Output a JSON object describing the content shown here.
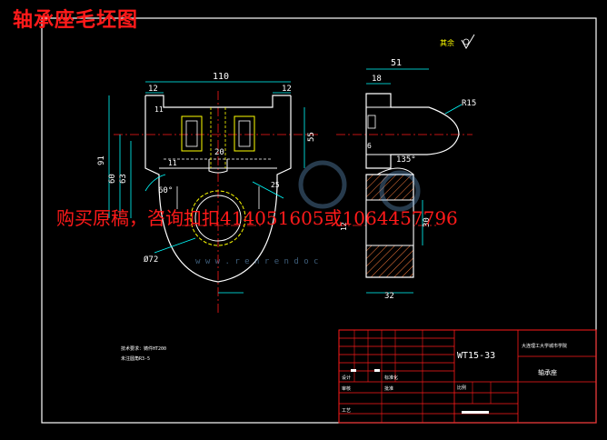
{
  "overlay_title": "轴承座毛坯图",
  "promo_text": "购买原稿，咨询扣扣414051605或1064457796",
  "watermark_text": "w w w . r e n r e n d o c",
  "roughness_label": "其余",
  "front_view": {
    "dims": {
      "width_total": "110",
      "left_top": "12",
      "right_top": "12",
      "small_11": "11",
      "dia_20": "20",
      "small_11b": "11",
      "dim_91": "91",
      "dim_60": "60",
      "dim_63": "63",
      "dim_55": "55",
      "angle_60": "60°",
      "dim_25": "25",
      "dia_72": "Ø72"
    }
  },
  "side_view": {
    "dims": {
      "dim_51": "51",
      "dim_18": "18",
      "radius_15": "R15",
      "dim_6": "6",
      "angle_135": "135°",
      "dim_30": "30",
      "dim_32": "32",
      "dim_12": "12"
    }
  },
  "notes": {
    "line1": "技术要求：铸件HT200",
    "line2": "未注圆角R3-5"
  },
  "title_block": {
    "drawing_code": "WT15-33",
    "school": "大连理工大学城市学院",
    "part_name": "轴承座",
    "designer_label": "设计",
    "check_label": "审核",
    "craft_label": "工艺",
    "std_label": "标准化",
    "approve_label": "批准",
    "scale_label": "比例"
  },
  "colors": {
    "red": "#ff1a1a",
    "cyan": "#00ffff",
    "yellow": "#ffff00",
    "white": "#ffffff",
    "hatch": "#ff7f3f"
  }
}
